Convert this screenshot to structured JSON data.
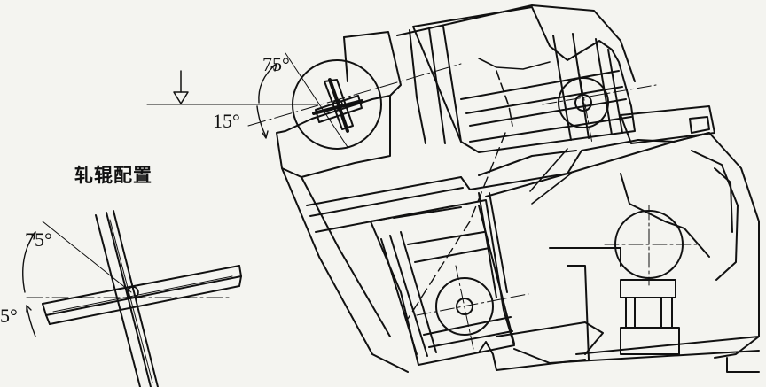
{
  "labels": {
    "upper_angle_75": "75°",
    "upper_angle_15": "15°",
    "caption": "轧辊配置",
    "lower_angle_75": "75°",
    "lower_angle_5": "5°"
  },
  "background_text": {
    "rows": [
      "",
      "",
      "",
      "",
      "",
      "",
      "",
      "",
      "",
      ""
    ]
  }
}
